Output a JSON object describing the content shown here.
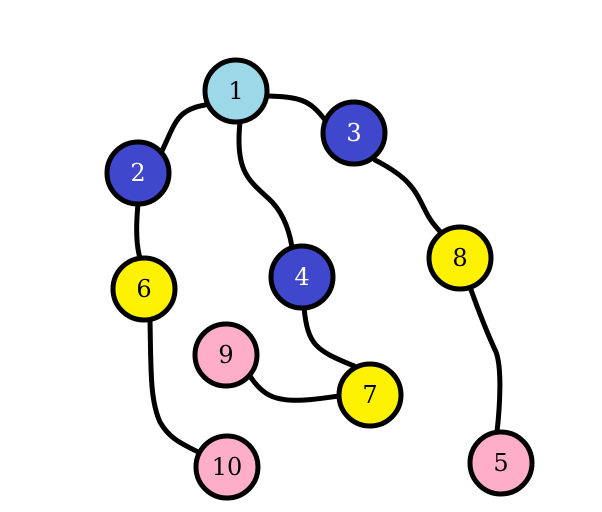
{
  "colors": {
    "light_blue": "#9dd8e8",
    "dark_blue": "#3f47cc",
    "yellow": "#fff200",
    "pink": "#ffaec9",
    "outline": "#000000"
  },
  "nodes": [
    {
      "id": "1",
      "label": "1",
      "color": "light_blue",
      "text_color": "#000000"
    },
    {
      "id": "2",
      "label": "2",
      "color": "dark_blue",
      "text_color": "#ffffff"
    },
    {
      "id": "3",
      "label": "3",
      "color": "dark_blue",
      "text_color": "#ffffff"
    },
    {
      "id": "4",
      "label": "4",
      "color": "dark_blue",
      "text_color": "#ffffff"
    },
    {
      "id": "5",
      "label": "5",
      "color": "pink",
      "text_color": "#000000"
    },
    {
      "id": "6",
      "label": "6",
      "color": "yellow",
      "text_color": "#000000"
    },
    {
      "id": "7",
      "label": "7",
      "color": "yellow",
      "text_color": "#000000"
    },
    {
      "id": "8",
      "label": "8",
      "color": "yellow",
      "text_color": "#000000"
    },
    {
      "id": "9",
      "label": "9",
      "color": "pink",
      "text_color": "#000000"
    },
    {
      "id": "10",
      "label": "10",
      "color": "pink",
      "text_color": "#000000"
    }
  ],
  "edges": [
    {
      "from": "1",
      "to": "2"
    },
    {
      "from": "1",
      "to": "3"
    },
    {
      "from": "1",
      "to": "4"
    },
    {
      "from": "3",
      "to": "8"
    },
    {
      "from": "2",
      "to": "6"
    },
    {
      "from": "4",
      "to": "7"
    },
    {
      "from": "8",
      "to": "5"
    },
    {
      "from": "6",
      "to": "10"
    },
    {
      "from": "9",
      "to": "7"
    }
  ]
}
